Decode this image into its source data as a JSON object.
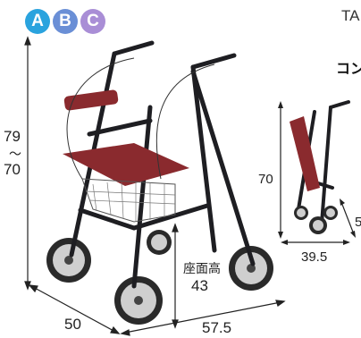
{
  "variant_badges": [
    {
      "label": "A",
      "color": "#2aa3de"
    },
    {
      "label": "B",
      "color": "#6a8fd6"
    },
    {
      "label": "C",
      "color": "#a98ed6"
    }
  ],
  "header_fragment": "TA",
  "section_fragment": "コン",
  "dimensions_main": {
    "height_max": "79",
    "height_range_mark": "〜",
    "height_min": "70",
    "seat_height_label": "座面高",
    "seat_height_value": "43",
    "width": "50",
    "depth": "57.5"
  },
  "dimensions_folded": {
    "height": "70",
    "depth": "39.5",
    "width_partial": "5"
  },
  "colors": {
    "frame": "#1e1e22",
    "seat": "#8a2a2e",
    "dimension_line": "#222222"
  }
}
